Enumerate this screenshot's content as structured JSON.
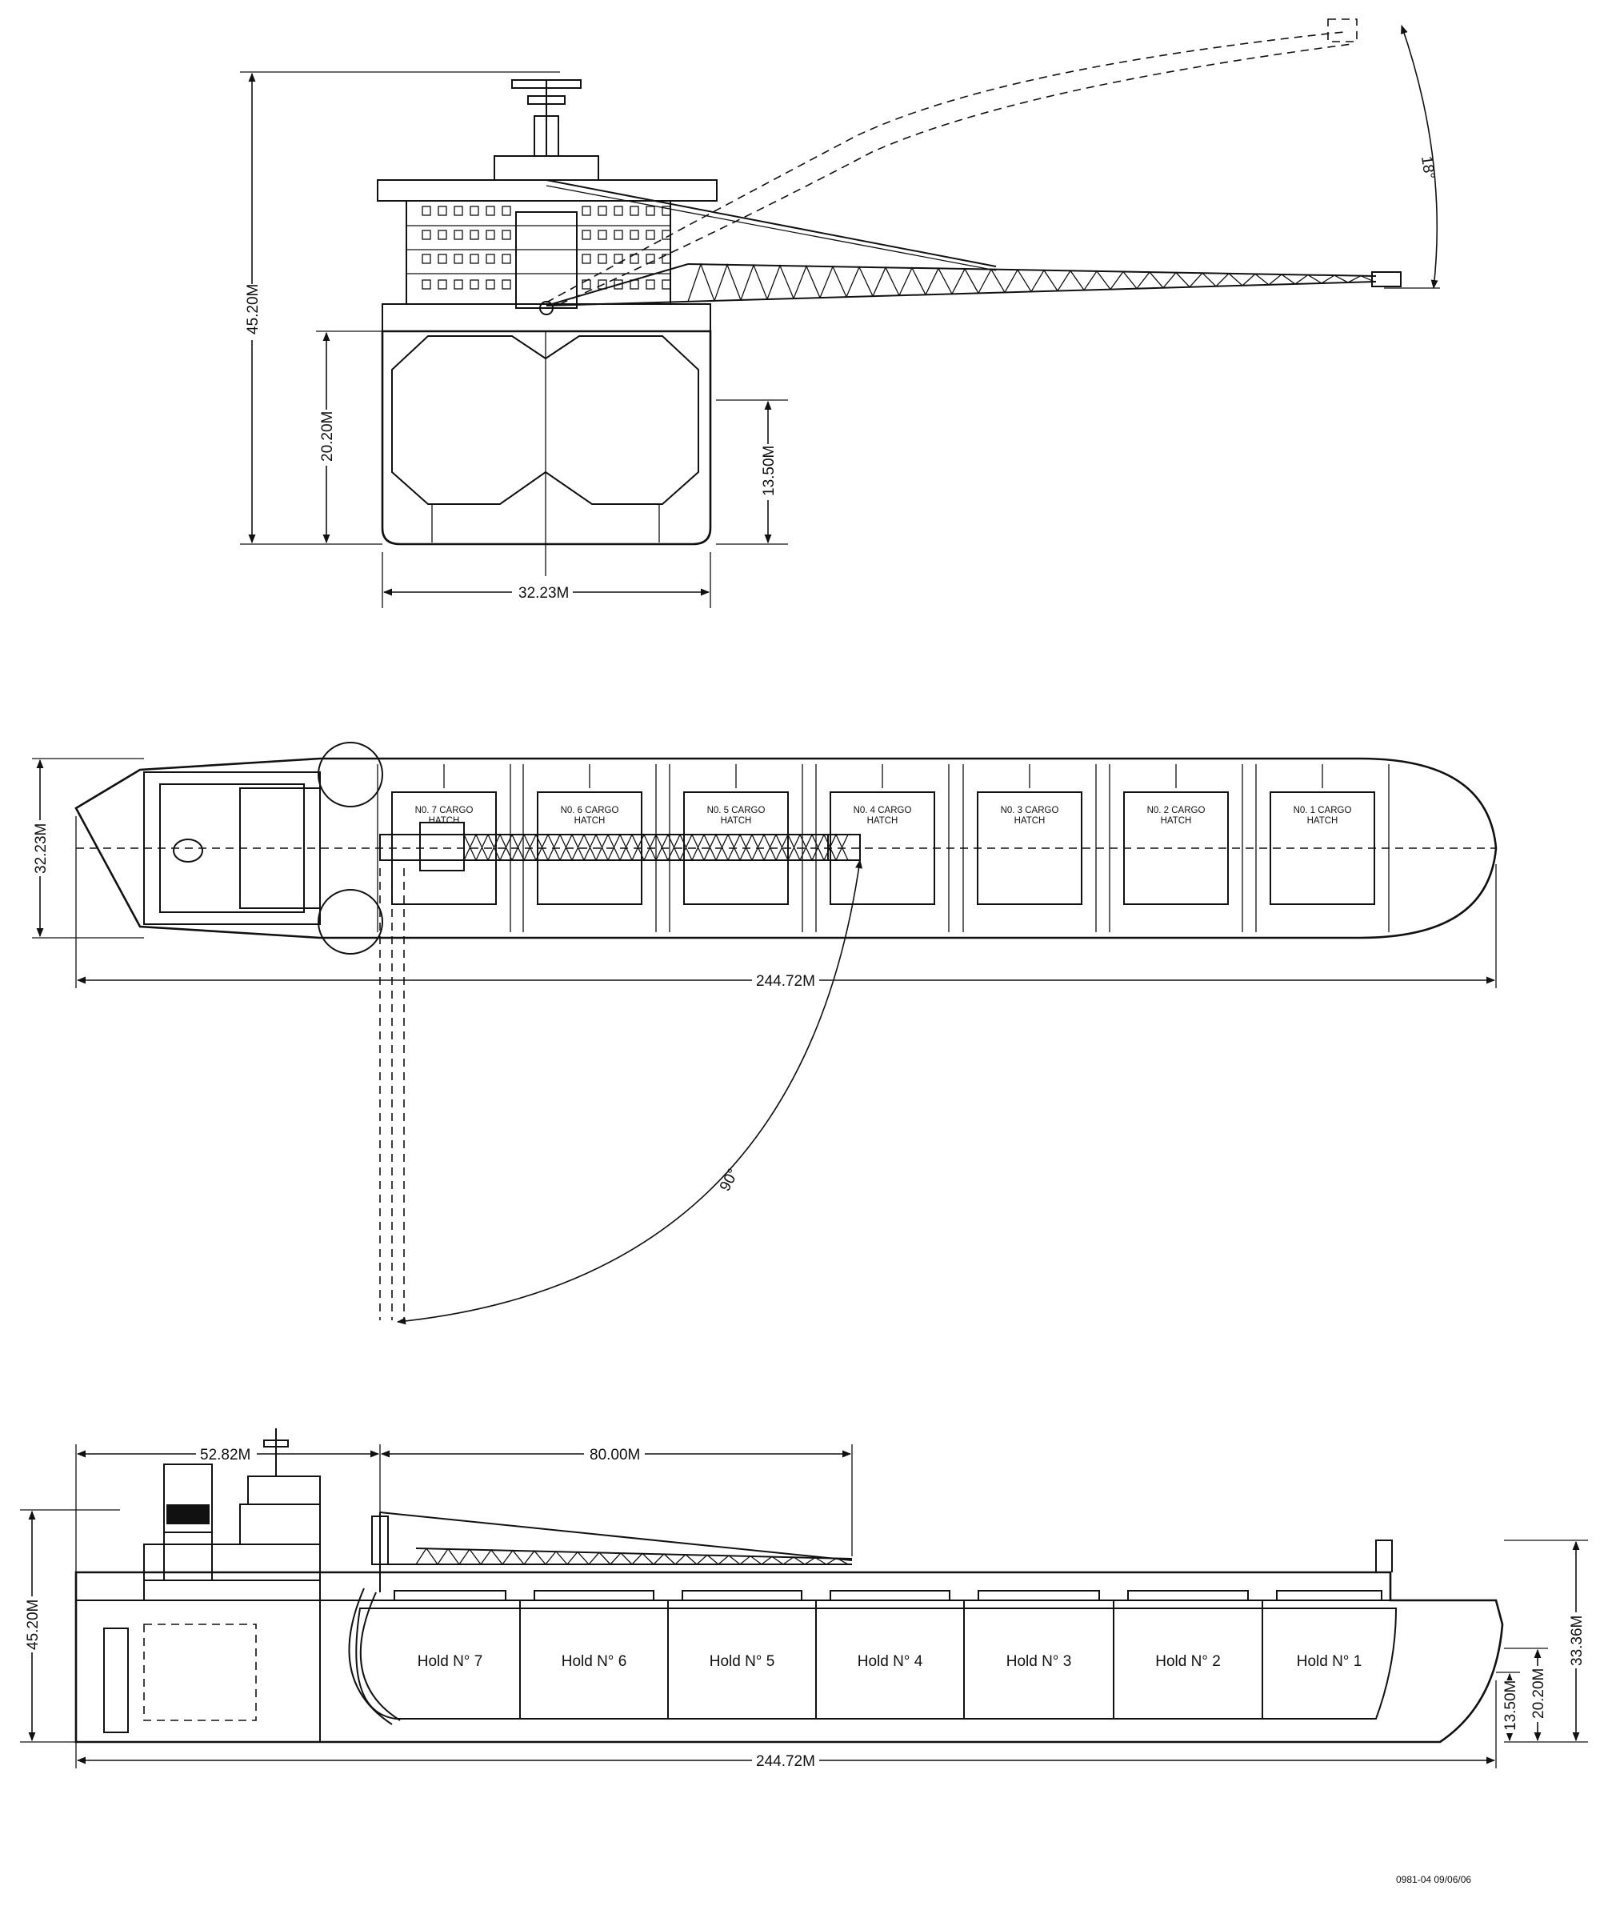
{
  "end_view": {
    "dim_height": "45.20M",
    "dim_hold_height": "20.20M",
    "dim_draft": "13.50M",
    "dim_beam": "32.23M",
    "boom_angle": "18°"
  },
  "plan_view": {
    "dim_beam": "32.23M",
    "dim_length": "244.72M",
    "slew_angle": "90°",
    "hatches": [
      {
        "line1": "N0. 7 CARGO",
        "line2": "HATCH"
      },
      {
        "line1": "N0. 6 CARGO",
        "line2": "HATCH"
      },
      {
        "line1": "N0. 5 CARGO",
        "line2": "HATCH"
      },
      {
        "line1": "N0. 4 CARGO",
        "line2": "HATCH"
      },
      {
        "line1": "N0. 3 CARGO",
        "line2": "HATCH"
      },
      {
        "line1": "N0. 2 CARGO",
        "line2": "HATCH"
      },
      {
        "line1": "N0. 1 CARGO",
        "line2": "HATCH"
      }
    ]
  },
  "profile_view": {
    "dim_aft": "52.82M",
    "dim_boom": "80.00M",
    "dim_height": "45.20M",
    "dim_depth": "33.36M",
    "dim_hold_height": "20.20M",
    "dim_draft": "13.50M",
    "dim_length": "244.72M",
    "holds": [
      "Hold N° 7",
      "Hold N° 6",
      "Hold N° 5",
      "Hold N° 4",
      "Hold N° 3",
      "Hold N° 2",
      "Hold N° 1"
    ]
  },
  "drawing_ref": "0981-04 09/06/06"
}
